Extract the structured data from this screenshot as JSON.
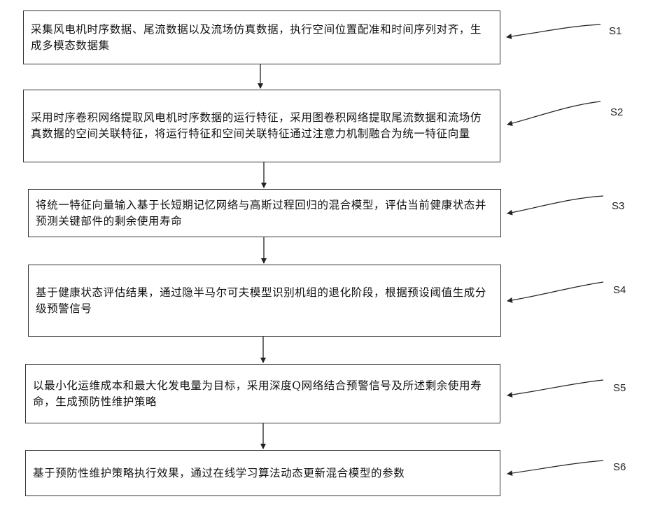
{
  "steps": [
    {
      "id": "S1",
      "label": "S1",
      "text": "采集风电机时序数据、尾流数据以及流场仿真数据，执行空间位置配准和时间序列对齐，生成多模态数据集"
    },
    {
      "id": "S2",
      "label": "S2",
      "text": "采用时序卷积网络提取风电机时序数据的运行特征，采用图卷积网络提取尾流数据和流场仿真数据的空间关联特征，将运行特征和空间关联特征通过注意力机制融合为统一特征向量"
    },
    {
      "id": "S3",
      "label": "S3",
      "text": "将统一特征向量输入基于长短期记忆网络与高斯过程回归的混合模型，评估当前健康状态并预测关键部件的剩余使用寿命"
    },
    {
      "id": "S4",
      "label": "S4",
      "text": "基于健康状态评估结果，通过隐半马尔可夫模型识别机组的退化阶段，根据预设阈值生成分级预警信号"
    },
    {
      "id": "S5",
      "label": "S5",
      "text": "以最小化运维成本和最大化发电量为目标，采用深度Q网络结合预警信号及所述剩余使用寿命，生成预防性维护策略"
    },
    {
      "id": "S6",
      "label": "S6",
      "text": "基于预防性维护策略执行效果，通过在线学习算法动态更新混合模型的参数"
    }
  ]
}
